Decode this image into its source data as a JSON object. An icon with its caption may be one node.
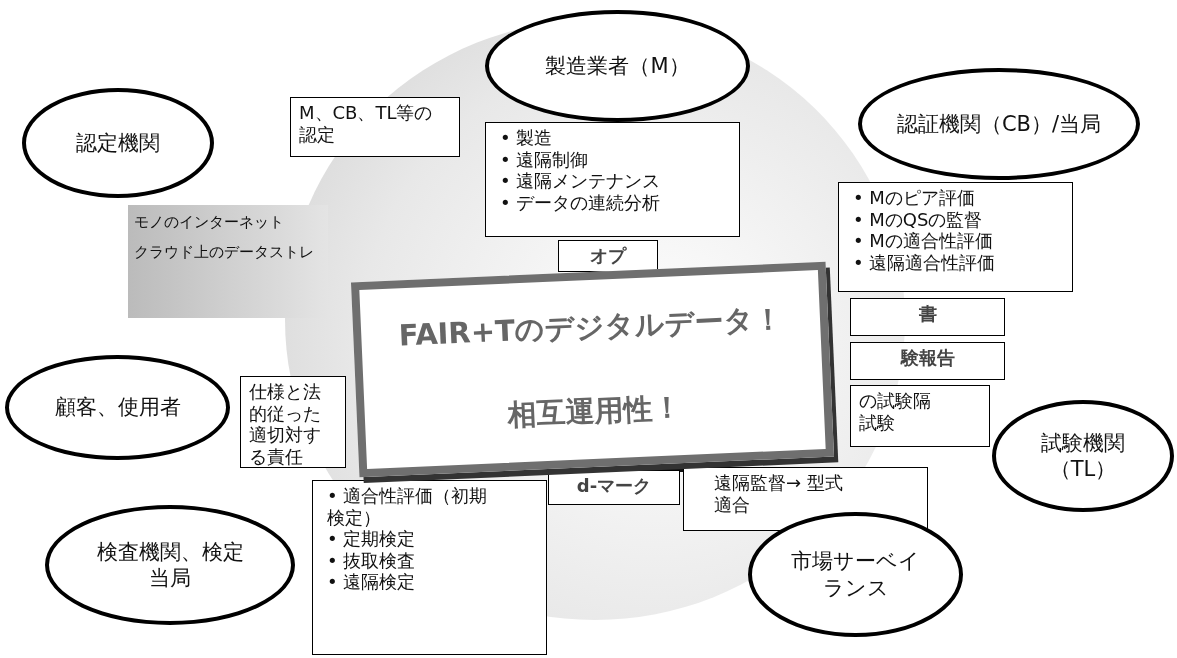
{
  "diagram": {
    "nodes": [
      {
        "text": [
          "認定機関"
        ]
      },
      {
        "text": [
          "M、CB、TL等の認定"
        ]
      },
      {
        "text": [
          "製造業者（M）"
        ]
      },
      {
        "text": [
          "• 製造",
          "• 遠隔制御",
          "• 遠隔メンテナンス",
          "• データの連続分析"
        ]
      },
      {
        "text": [
          "認証機関（CB）/当局"
        ]
      },
      {
        "text": [
          "モノのインターネット",
          "クラウド上のデータストレ"
        ]
      },
      {
        "text": [
          "オプ"
        ]
      },
      {
        "text": [
          "FAIR+Tのデジタルデータ！",
          "相互運用性！"
        ]
      },
      {
        "text": [
          "• Mのピア評価",
          "• MのQSの監督",
          "• Mの適合性評価",
          "• 遠隔適合性評価"
        ]
      },
      {
        "text": [
          "書"
        ]
      },
      {
        "text": [
          "験報告"
        ]
      },
      {
        "text": [
          "の試験隔試験"
        ]
      },
      {
        "text": [
          "顧客、使用者"
        ]
      },
      {
        "text": [
          "仕様と法的従った適切対する責任"
        ]
      },
      {
        "text": [
          "試験機関（TL）"
        ]
      },
      {
        "text": [
          "d-マーク"
        ]
      },
      {
        "text": [
          "遠隔監督→ 型式適合"
        ]
      },
      {
        "text": [
          "検査機関、検定当局"
        ]
      },
      {
        "text": [
          "• 適合性評価（初期検定）",
          "• 定期検定",
          "• 抜取検査",
          "• 遠隔検定"
        ]
      },
      {
        "text": [
          "市場サーベイランス"
        ]
      }
    ]
  }
}
